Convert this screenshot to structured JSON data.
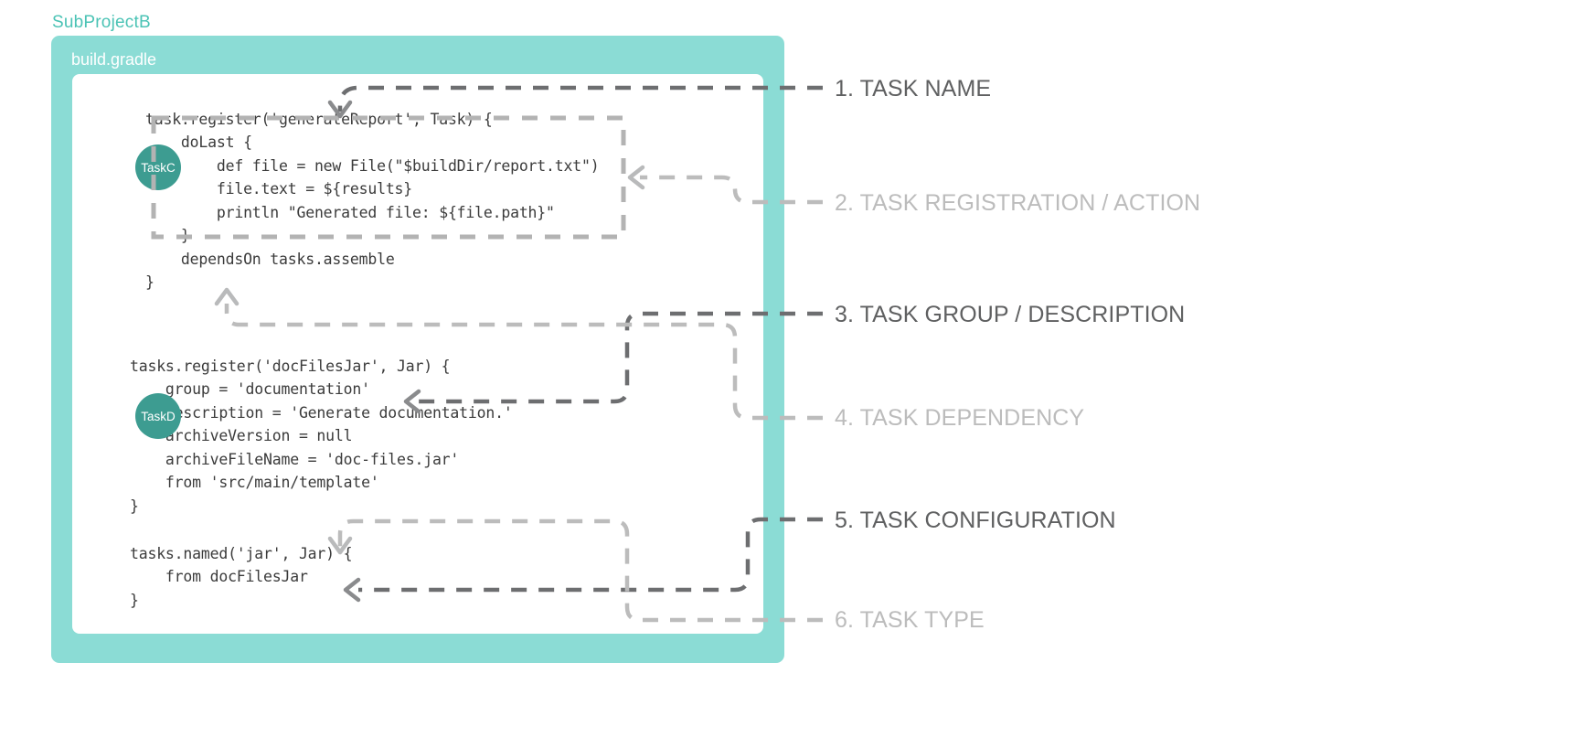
{
  "project": {
    "label": "SubProjectB",
    "accent_color": "#8BDCD5",
    "label_color": "#4BC3B5",
    "file_label": "build.gradle"
  },
  "badges": [
    {
      "name": "TaskC",
      "color": "#3D9C91"
    },
    {
      "name": "TaskD",
      "color": "#3D9C91"
    }
  ],
  "code": {
    "block_a": "task.register('generateReport', Task) {\n    doLast {\n        def file = new File(\"$buildDir/report.txt\")\n        file.text = ${results}\n        println \"Generated file: ${file.path}\"\n    }\n    dependsOn tasks.assemble\n}",
    "block_b": "tasks.register('docFilesJar', Jar) {\n    group = 'documentation'\n    description = 'Generate documentation.'\n    archiveVersion = null\n    archiveFileName = 'doc-files.jar'\n    from 'src/main/template'\n}",
    "block_c": "tasks.named('jar', Jar) {\n    from docFilesJar\n}"
  },
  "annotations": [
    {
      "number": "1.",
      "text": "TASK NAME",
      "full": "1. TASK NAME",
      "state": "active",
      "color": "#5f6061"
    },
    {
      "number": "2.",
      "text": "TASK REGISTRATION / ACTION",
      "full": "2. TASK REGISTRATION / ACTION",
      "state": "inactive",
      "color": "#bcbcbc"
    },
    {
      "number": "3.",
      "text": "TASK GROUP / DESCRIPTION",
      "full": "3. TASK GROUP / DESCRIPTION",
      "state": "active",
      "color": "#5f6061"
    },
    {
      "number": "4.",
      "text": "TASK DEPENDENCY",
      "full": "4. TASK DEPENDENCY",
      "state": "inactive",
      "color": "#bcbcbc"
    },
    {
      "number": "5.",
      "text": "TASK CONFIGURATION",
      "full": "5. TASK CONFIGURATION",
      "state": "active",
      "color": "#5f6061"
    },
    {
      "number": "6.",
      "text": "TASK TYPE",
      "full": "6. TASK TYPE",
      "state": "inactive",
      "color": "#bcbcbc"
    }
  ]
}
